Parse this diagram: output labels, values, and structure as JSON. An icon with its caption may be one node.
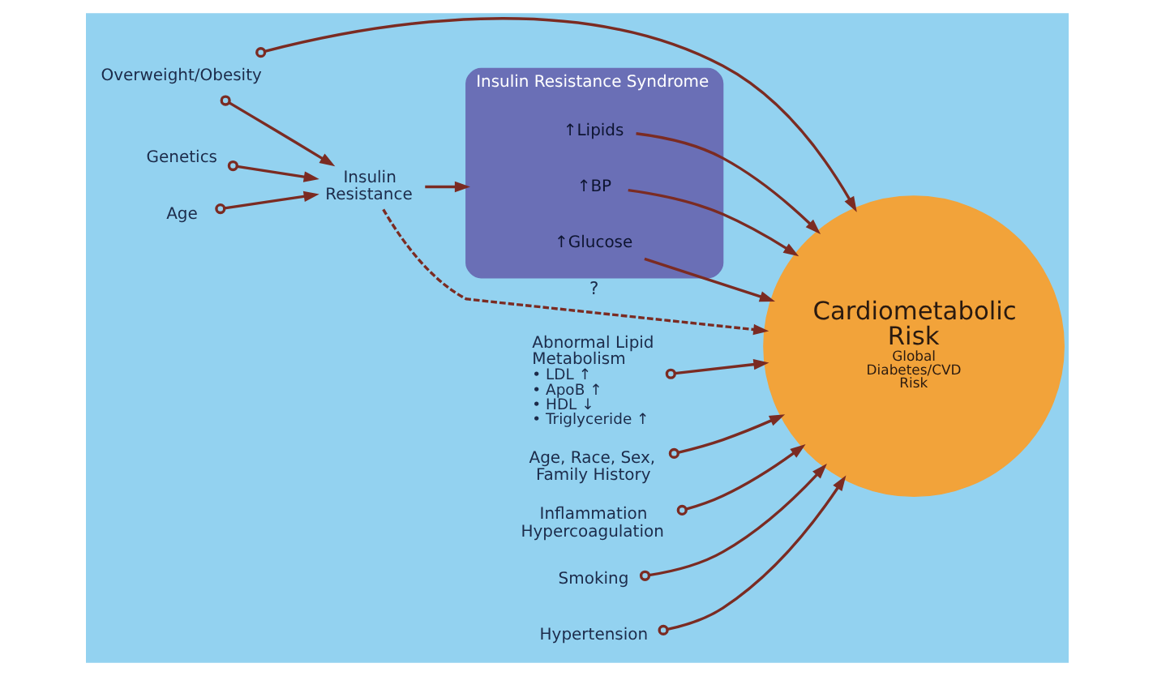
{
  "diagram": {
    "nodes": [
      {
        "text": [
          "Overweight/Obesity"
        ]
      },
      {
        "text": [
          "Genetics"
        ]
      },
      {
        "text": [
          "Age"
        ]
      },
      {
        "text": [
          "Insulin Resistance"
        ]
      },
      {
        "text": [
          "Insulin Resistance Syndrome"
        ]
      },
      {
        "text": [
          "↑Lipids"
        ],
        "in": 4
      },
      {
        "text": [
          "↑BP"
        ],
        "in": 4
      },
      {
        "text": [
          "↑Glucose"
        ],
        "in": 4
      },
      {
        "text": [
          "Cardiometabolic Risk",
          "Global Diabetes/CVD Risk"
        ]
      },
      {
        "text": [
          "Abnormal Lipid Metabolism",
          "• LDL ↑",
          "• ApoB ↑",
          "• HDL ↓",
          "• Triglyceride ↑"
        ]
      },
      {
        "text": [
          "Age, Race, Sex, Family History"
        ]
      },
      {
        "text": [
          "Inflammation Hypercoagulation"
        ]
      },
      {
        "text": [
          "Smoking"
        ]
      },
      {
        "text": [
          "Hypertension"
        ]
      }
    ],
    "edges": [
      {
        "from": 0,
        "to": 3,
        "arrow": "to"
      },
      {
        "from": 0,
        "to": 8,
        "arrow": "to"
      },
      {
        "from": 1,
        "to": 3,
        "arrow": "to"
      },
      {
        "from": 2,
        "to": 3,
        "arrow": "to"
      },
      {
        "from": 3,
        "to": 4,
        "arrow": "to"
      },
      {
        "from": 3,
        "to": 8,
        "arrow": "to",
        "label": "?",
        "style": "dashed"
      },
      {
        "from": 5,
        "to": 8,
        "arrow": "to"
      },
      {
        "from": 6,
        "to": 8,
        "arrow": "to"
      },
      {
        "from": 7,
        "to": 8,
        "arrow": "to"
      },
      {
        "from": 9,
        "to": 8,
        "arrow": "to"
      },
      {
        "from": 10,
        "to": 8,
        "arrow": "to"
      },
      {
        "from": 11,
        "to": 8,
        "arrow": "to"
      },
      {
        "from": 12,
        "to": 8,
        "arrow": "to"
      },
      {
        "from": 13,
        "to": 8,
        "arrow": "to"
      }
    ]
  }
}
